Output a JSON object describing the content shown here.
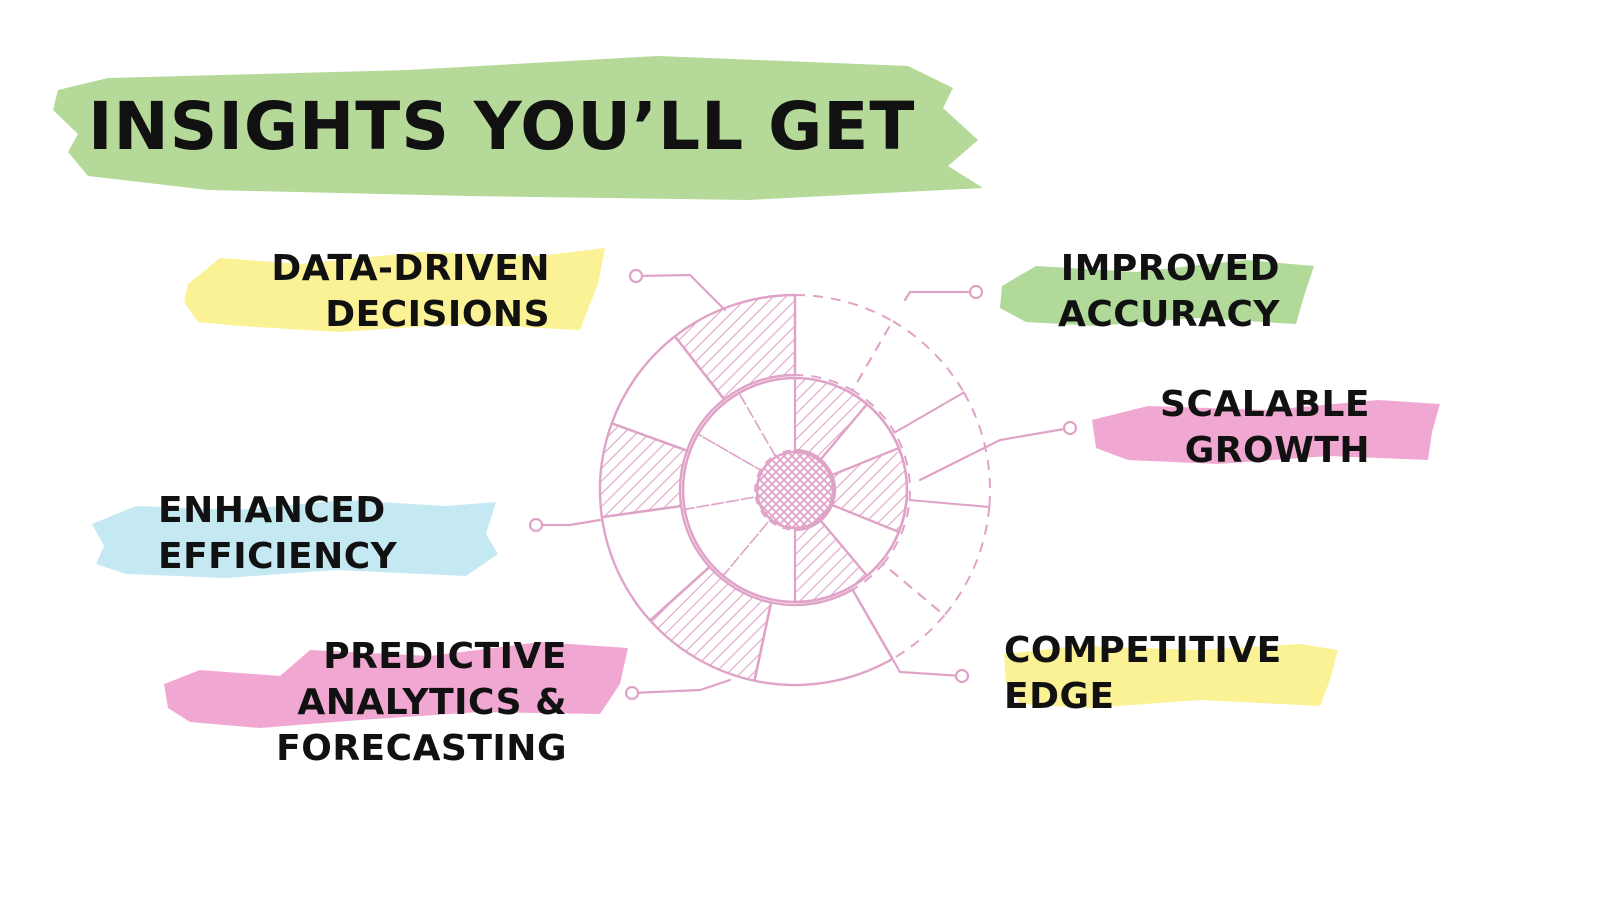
{
  "title": "INSIGHTS YOU’LL GET",
  "colors": {
    "title_highlight": "#b5d998",
    "sketch": "#e0a3c8",
    "ink": "#111111"
  },
  "items": [
    {
      "lines": [
        "DATA-DRIVEN",
        "DECISIONS"
      ],
      "highlight": "#fbef8a",
      "side": "left"
    },
    {
      "lines": [
        "ENHANCED",
        "EFFICIENCY"
      ],
      "highlight": "#bfe7f2",
      "side": "left"
    },
    {
      "lines": [
        "PREDICTIVE",
        "ANALYTICS &",
        "FORECASTING"
      ],
      "highlight": "#ee9fcd",
      "side": "left"
    },
    {
      "lines": [
        "IMPROVED",
        "ACCURACY"
      ],
      "highlight": "#a9d58f",
      "side": "right"
    },
    {
      "lines": [
        "SCALABLE",
        "GROWTH"
      ],
      "highlight": "#ee9fcd",
      "side": "right"
    },
    {
      "lines": [
        "COMPETITIVE",
        "EDGE"
      ],
      "highlight": "#fbef8a",
      "side": "right"
    }
  ]
}
